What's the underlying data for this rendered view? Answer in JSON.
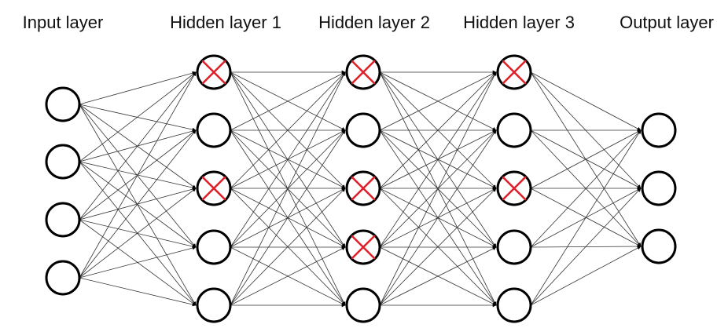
{
  "layers": [
    {
      "label": "Input layer",
      "neurons": 4,
      "dropped": []
    },
    {
      "label": "Hidden layer 1",
      "neurons": 5,
      "dropped": [
        0,
        2
      ]
    },
    {
      "label": "Hidden layer 2",
      "neurons": 5,
      "dropped": [
        0,
        2,
        3
      ]
    },
    {
      "label": "Hidden layer 3",
      "neurons": 5,
      "dropped": [
        0,
        2
      ]
    },
    {
      "label": "Output layer",
      "neurons": 3,
      "dropped": []
    }
  ],
  "colors": {
    "node_stroke": "#000000",
    "edge": "#333333",
    "dropout_mark": "#e0202a",
    "label": "#111111"
  },
  "connectivity": "fully-connected",
  "dropout_icon": "red-x-icon"
}
